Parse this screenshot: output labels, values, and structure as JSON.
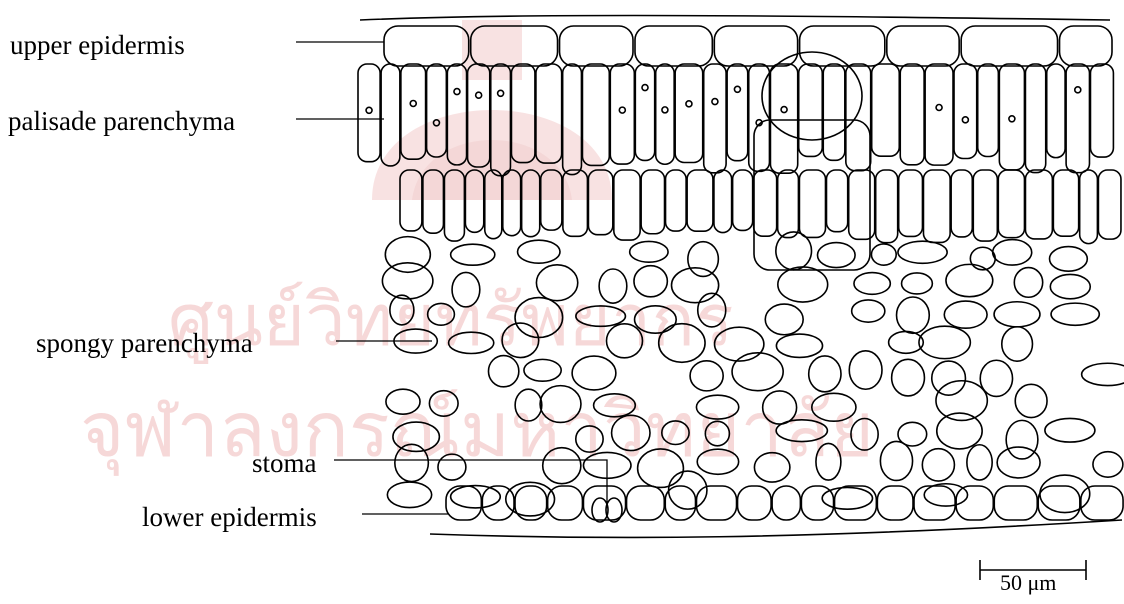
{
  "labels": {
    "upper_epidermis": "upper epidermis",
    "palisade_parenchyma": "palisade parenchyma",
    "spongy_parenchyma": "spongy parenchyma",
    "stoma": "stoma",
    "lower_epidermis": "lower epidermis"
  },
  "scale_bar": {
    "label": "50 μm"
  },
  "watermark": {
    "line1": "ศูนย์วิทยทรัพยากร",
    "line2": "จุฬาลงกรณ์มหาวิทยาลัย"
  },
  "colors": {
    "ink": "#000000",
    "watermark": "#f0b9b9"
  }
}
